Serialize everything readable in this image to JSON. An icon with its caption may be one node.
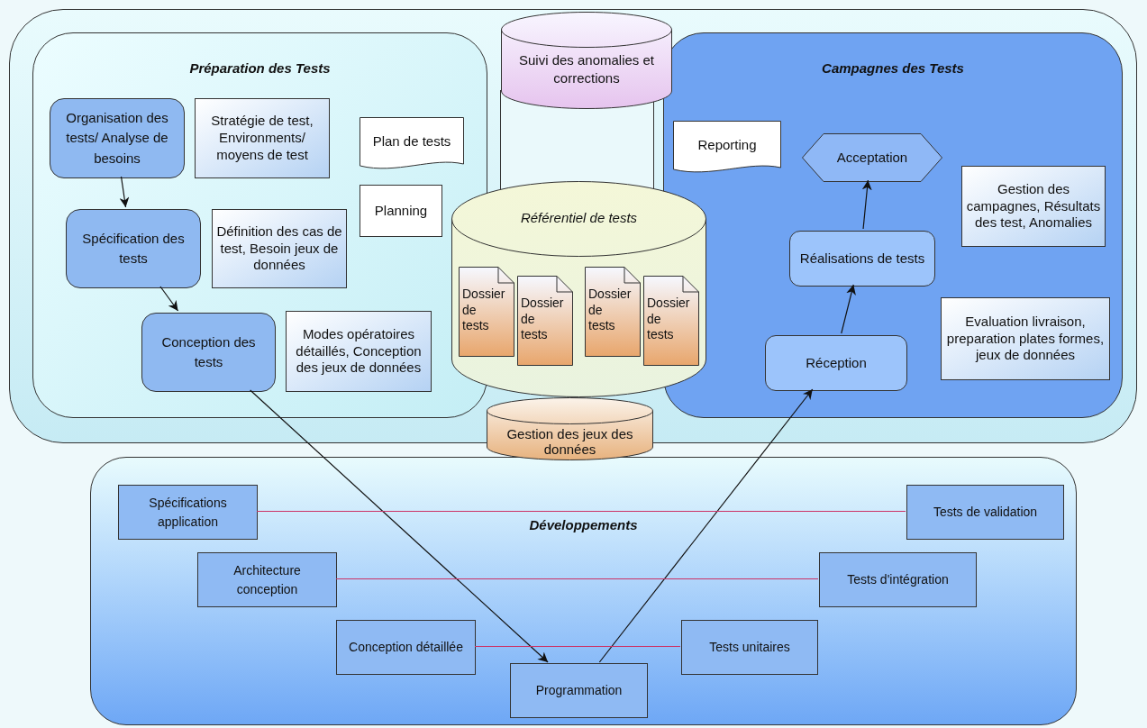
{
  "diagram": {
    "nodes": [
      {
        "text": [],
        "shape": "box"
      },
      {
        "text": [
          "Préparation des Tests"
        ],
        "in": 0
      },
      {
        "text": [
          "Organisation des tests/ Analyse de besoins"
        ],
        "in": 1
      },
      {
        "text": [
          "Stratégie de test, Environments/ moyens de test"
        ],
        "in": 1
      },
      {
        "text": [
          "Spécification des tests"
        ],
        "in": 1
      },
      {
        "text": [
          "Définition des cas de test, Besoin jeux de données"
        ],
        "in": 1
      },
      {
        "text": [
          "Conception des tests"
        ],
        "in": 1
      },
      {
        "text": [
          "Modes opératoires détaillés, Conception des jeux de données"
        ],
        "in": 1
      },
      {
        "text": [
          "Plan de tests"
        ],
        "in": 1
      },
      {
        "text": [
          "Planning"
        ],
        "in": 1
      },
      {
        "text": [
          "Suivi des anomalies et corrections"
        ],
        "in": 0
      },
      {
        "text": [
          "Référentiel de tests"
        ],
        "in": 0
      },
      {
        "text": [
          "Dossier de tests"
        ],
        "in": 11
      },
      {
        "text": [
          "Dossier de tests"
        ],
        "in": 11
      },
      {
        "text": [
          "Dossier de tests"
        ],
        "in": 11
      },
      {
        "text": [
          "Dossier de tests"
        ],
        "in": 11
      },
      {
        "text": [
          "Gestion des jeux des données"
        ]
      },
      {
        "text": [
          "Campagnes des Tests"
        ],
        "in": 0
      },
      {
        "text": [
          "Reporting"
        ],
        "in": 17
      },
      {
        "text": [
          "Acceptation"
        ],
        "in": 17
      },
      {
        "text": [
          "Gestion des campagnes, Résultats des test, Anomalies"
        ],
        "in": 17
      },
      {
        "text": [
          "Réalisations de tests"
        ],
        "in": 17
      },
      {
        "text": [
          "Evaluation livraison, preparation plates formes, jeux de données"
        ],
        "in": 17
      },
      {
        "text": [
          "Réception"
        ],
        "in": 17
      },
      {
        "text": [
          "Développements"
        ]
      },
      {
        "text": [
          "Spécifications application"
        ],
        "in": 24
      },
      {
        "text": [
          "Tests de validation"
        ],
        "in": 24
      },
      {
        "text": [
          "Architecture conception"
        ],
        "in": 24
      },
      {
        "text": [
          "Tests d'intégration"
        ],
        "in": 24
      },
      {
        "text": [
          "Conception détaillée"
        ],
        "in": 24
      },
      {
        "text": [
          "Tests unitaires"
        ],
        "in": 24
      },
      {
        "text": [
          "Programmation"
        ],
        "in": 24
      }
    ],
    "edges": [
      {
        "from": 2,
        "to": 4,
        "arrow": "to"
      },
      {
        "from": 4,
        "to": 6,
        "arrow": "to"
      },
      {
        "from": 6,
        "to": 31,
        "arrow": "to"
      },
      {
        "from": 31,
        "to": 23,
        "arrow": "to"
      },
      {
        "from": 23,
        "to": 21,
        "arrow": "to"
      },
      {
        "from": 21,
        "to": 19,
        "arrow": "to"
      },
      {
        "from": 25,
        "to": 26,
        "arrow": "none",
        "color": "#cc3366"
      },
      {
        "from": 27,
        "to": 28,
        "arrow": "none",
        "color": "#cc3366"
      },
      {
        "from": 29,
        "to": 30,
        "arrow": "none",
        "color": "#cc3366"
      }
    ]
  }
}
